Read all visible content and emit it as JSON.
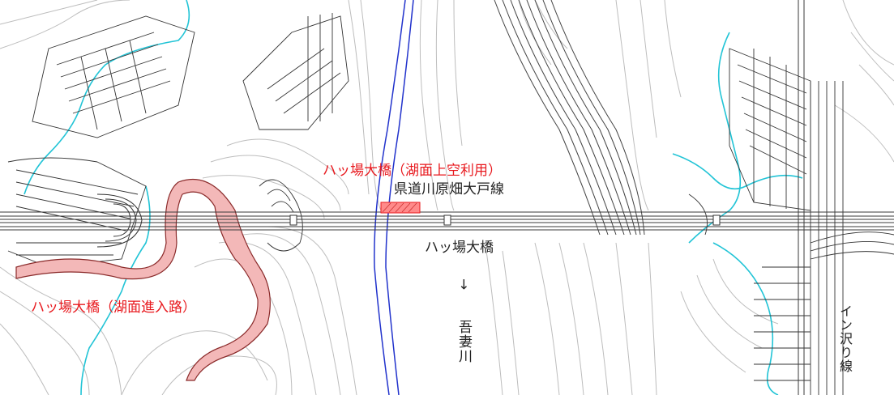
{
  "labels": {
    "bridge_lake_air_use": "ハッ場大橋（湖面上空利用）",
    "prefectural_road": "県道川原畑大戸線",
    "bridge_name": "ハッ場大橋",
    "bridge_lake_access": "ハッ場大橋（湖面進入路）",
    "river_name": "吾妻川",
    "river_arrow": "→",
    "railway_line": "イン沢り線"
  },
  "colors": {
    "contour": "#b8b8b8",
    "road": "#3a3a3a",
    "river": "#2233cc",
    "boundary": "#22c4d6",
    "access_road_fill": "#f3b8b8",
    "access_road_edge": "#8a2a2a",
    "highlight_fill": "#ff8a8a",
    "label_red": "#e8191e"
  }
}
